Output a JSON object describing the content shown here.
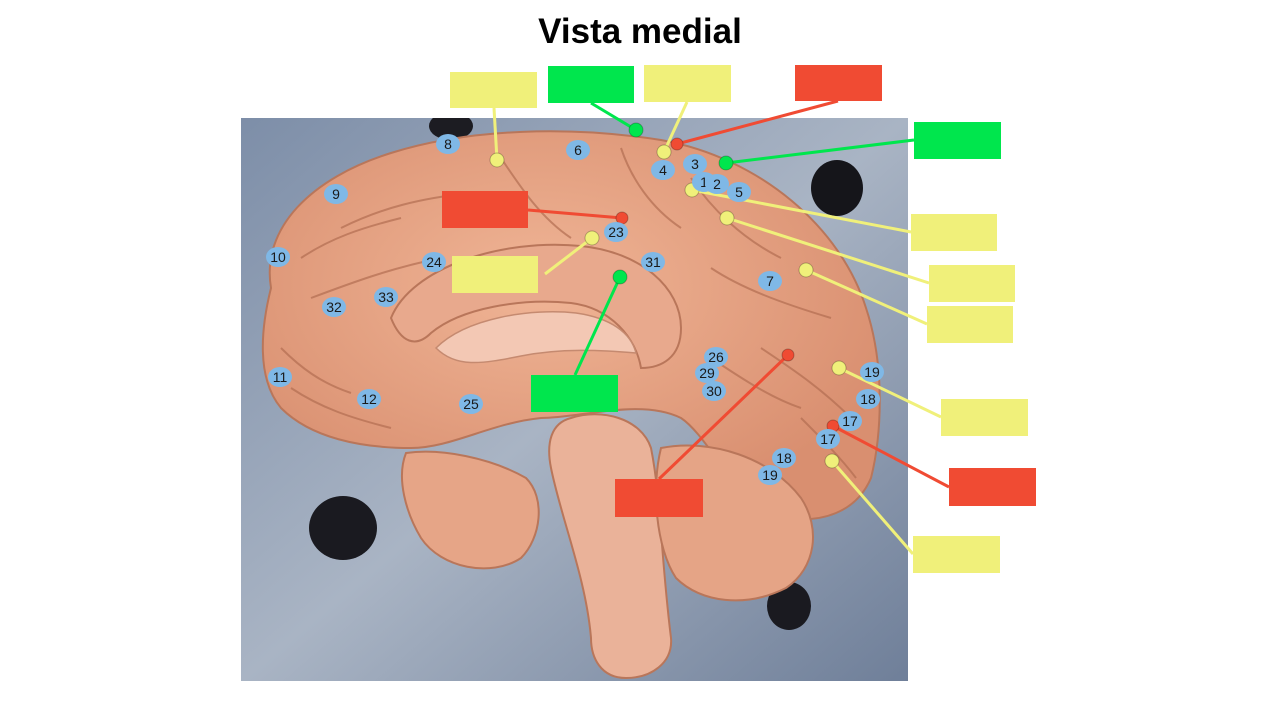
{
  "title": "Vista medial",
  "colors": {
    "yellow": "#f0f07a",
    "green": "#00e64d",
    "red": "#f04b33",
    "number_badge": "#7fb8e6",
    "background_plate": "#8e9cb0",
    "brain": "#e8a487"
  },
  "number_labels": [
    "8",
    "6",
    "4",
    "3",
    "1",
    "2",
    "5",
    "9",
    "23",
    "31",
    "24",
    "10",
    "7",
    "33",
    "32",
    "26",
    "29",
    "19",
    "30",
    "11",
    "12",
    "25",
    "18",
    "17",
    "17",
    "18",
    "19"
  ],
  "answer_boxes": [
    {
      "color": "yellow",
      "text": ""
    },
    {
      "color": "green",
      "text": ""
    },
    {
      "color": "yellow",
      "text": ""
    },
    {
      "color": "red",
      "text": ""
    },
    {
      "color": "green",
      "text": ""
    },
    {
      "color": "red",
      "text": ""
    },
    {
      "color": "yellow",
      "text": ""
    },
    {
      "color": "yellow",
      "text": ""
    },
    {
      "color": "yellow",
      "text": ""
    },
    {
      "color": "yellow",
      "text": ""
    },
    {
      "color": "green",
      "text": ""
    },
    {
      "color": "yellow",
      "text": ""
    },
    {
      "color": "red",
      "text": ""
    },
    {
      "color": "red",
      "text": ""
    },
    {
      "color": "yellow",
      "text": ""
    }
  ]
}
